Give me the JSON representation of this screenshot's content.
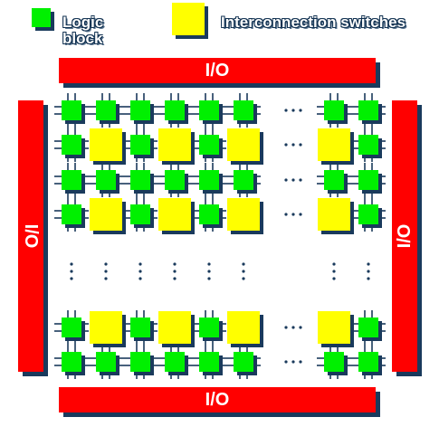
{
  "legend": {
    "logic_block_label": "Logic\nblock",
    "switch_label": "Interconnection switches"
  },
  "io": {
    "top_label": "I/O",
    "bottom_label": "I/O",
    "left_label": "I/O",
    "right_label": "I/O"
  },
  "ellipsis": "• • •",
  "colors": {
    "logic_block": "#00f000",
    "switch": "#ffff00",
    "io_bar": "#ff0000",
    "shadow": "#1a3a5c",
    "wire": "#1a3a5c"
  }
}
